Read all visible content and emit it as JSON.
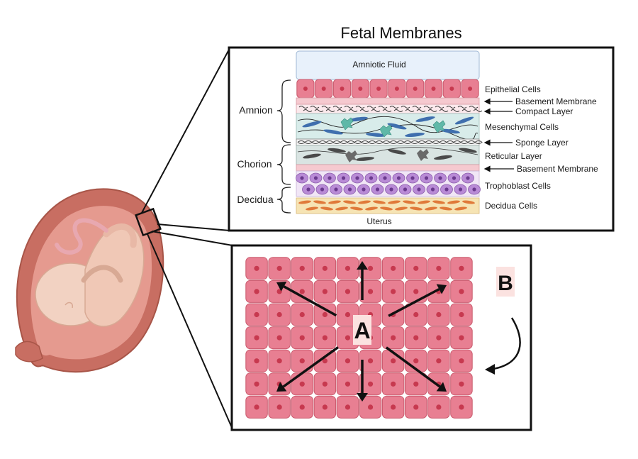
{
  "title": "Fetal Membranes",
  "top_panel": {
    "fluid": "Amniotic Fluid",
    "uterus": "Uterus",
    "groups": [
      "Amnion",
      "Chorion",
      "Decidua"
    ],
    "layers": [
      {
        "label": "Epithelial Cells",
        "arrow": false
      },
      {
        "label": "Basement Membrane",
        "arrow": true
      },
      {
        "label": "Compact Layer",
        "arrow": true
      },
      {
        "label": "Mesenchymal Cells",
        "arrow": false
      },
      {
        "label": "Sponge Layer",
        "arrow": true
      },
      {
        "label": "Reticular Layer",
        "arrow": false
      },
      {
        "label": "Basement Membrane",
        "arrow": true
      },
      {
        "label": "Trophoblast Cells",
        "arrow": false
      },
      {
        "label": "Decidua Cells",
        "arrow": false
      }
    ]
  },
  "bottom_panel": {
    "label_a": "A",
    "label_b": "B",
    "grid_rows": 7,
    "grid_cols": 10
  },
  "colors": {
    "epithelial": "#e87f92",
    "epithelial_nucleus": "#c7394f",
    "fluid": "#e8f1fb",
    "basement": "#f5c9cf",
    "mesenchymal_bg": "#d8ecea",
    "reticular_bg": "#d9e4e2",
    "trophoblast": "#a46bc4",
    "decidua_bg": "#f6e4b4",
    "decidua_cell": "#e07a3a",
    "uterus_wall": "#c86e62",
    "fetus": "#f2d2c2"
  }
}
